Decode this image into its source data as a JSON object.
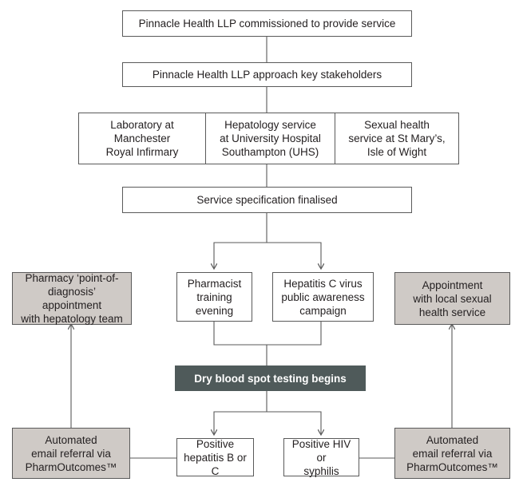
{
  "nodes": {
    "commissioned": "Pinnacle Health LLP commissioned to provide service",
    "stakeholders": "Pinnacle Health LLP approach key stakeholders",
    "laboratory": "Laboratory at\nManchester\nRoyal Infirmary",
    "hepatology": "Hepatology service\nat University Hospital\nSouthampton (UHS)",
    "sexual_health": "Sexual health\nservice at St Mary’s,\nIsle of Wight",
    "specification": "Service specification finalised",
    "pharmacist_training": "Pharmacist\ntraining\nevening",
    "awareness": "Hepatitis C virus\npublic awareness\ncampaign",
    "pharmacy_appointment": "Pharmacy ‘point-of-\ndiagnosis’ appointment\nwith hepatology team",
    "local_appointment": "Appointment\nwith local sexual\nhealth service",
    "testing_begins": "Dry blood spot testing begins",
    "referral_left": "Automated\nemail referral via\nPharmOutcomes™",
    "positive_hep": "Positive\nhepatitis B or C",
    "positive_hiv": "Positive HIV or\nsyphilis",
    "referral_right": "Automated\nemail referral via\nPharmOutcomes™"
  },
  "colors": {
    "border": "#5a5a5a",
    "grey_fill": "#cfcac6",
    "dark_fill": "#4f5a5a",
    "line": "#5a5a5a"
  }
}
